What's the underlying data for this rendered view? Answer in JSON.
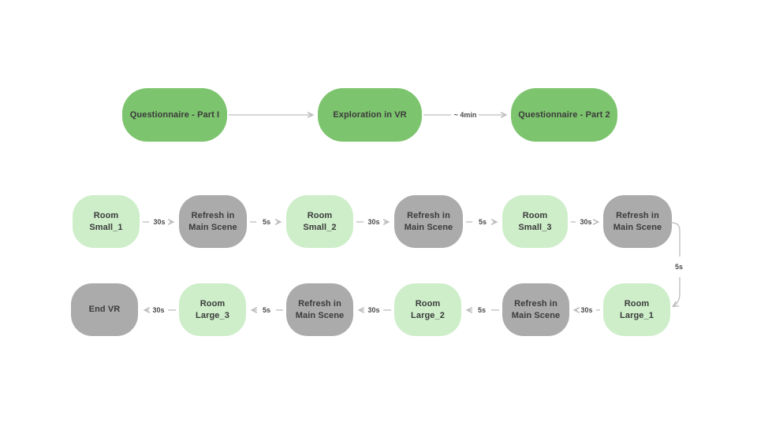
{
  "colors": {
    "node_green": "#7dc46e",
    "node_light_green": "#cdeec9",
    "node_gray": "#ababab",
    "arrow": "#bdbdbd",
    "text": "#3b3b3b"
  },
  "top_row": {
    "nodes": [
      {
        "label": "Questionnaire - Part I"
      },
      {
        "label": "Exploration in VR"
      },
      {
        "label": "Questionnaire - Part 2"
      }
    ],
    "arrow_labels": [
      "~ 4min"
    ]
  },
  "middle_row": {
    "nodes": [
      {
        "line1": "Room",
        "line2": "Small_1"
      },
      {
        "line1": "Refresh in",
        "line2": "Main Scene"
      },
      {
        "line1": "Room",
        "line2": "Small_2"
      },
      {
        "line1": "Refresh in",
        "line2": "Main Scene"
      },
      {
        "line1": "Room",
        "line2": "Small_3"
      },
      {
        "line1": "Refresh in",
        "line2": "Main Scene"
      }
    ],
    "arrow_labels": [
      "30s",
      "5s",
      "30s",
      "5s",
      "30s"
    ]
  },
  "connector": {
    "label": "5s"
  },
  "bottom_row": {
    "nodes": [
      {
        "line1": "End VR"
      },
      {
        "line1": "Room",
        "line2": "Large_3"
      },
      {
        "line1": "Refresh in",
        "line2": "Main Scene"
      },
      {
        "line1": "Room",
        "line2": "Large_2"
      },
      {
        "line1": "Refresh in",
        "line2": "Main Scene"
      },
      {
        "line1": "Room",
        "line2": "Large_1"
      }
    ],
    "arrow_labels": [
      "30s",
      "5s",
      "30s",
      "5s",
      "30s"
    ]
  }
}
